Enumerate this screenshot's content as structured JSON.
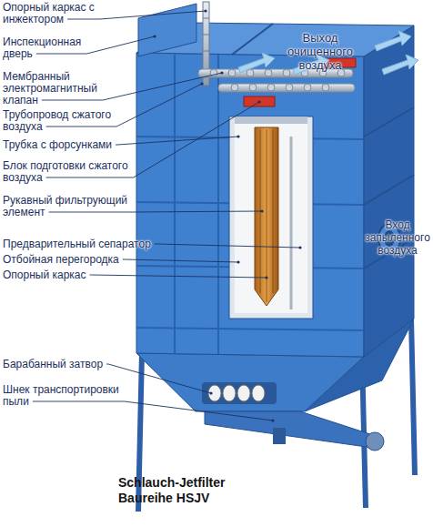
{
  "diagram": {
    "caption": "Schlauch-Jetfilter Baureihe HSJV",
    "labels": [
      "Опорный каркас с инжектором",
      "Инспекционная дверь",
      "Мембранный электромагнитный клапан",
      "Трубопровод сжатого воздуха",
      "Трубка с форсунками",
      "Блок подготовки сжатого воздуха",
      "Рукавный фильтрующий элемент",
      "Предварительный сепаратор",
      "Отбойная перегородка",
      "Опорный каркас",
      "Барабанный затвор",
      "Шнек транспортировки пыли",
      "Выход очищенного воздуха",
      "Вход запыленного воздуха"
    ]
  }
}
